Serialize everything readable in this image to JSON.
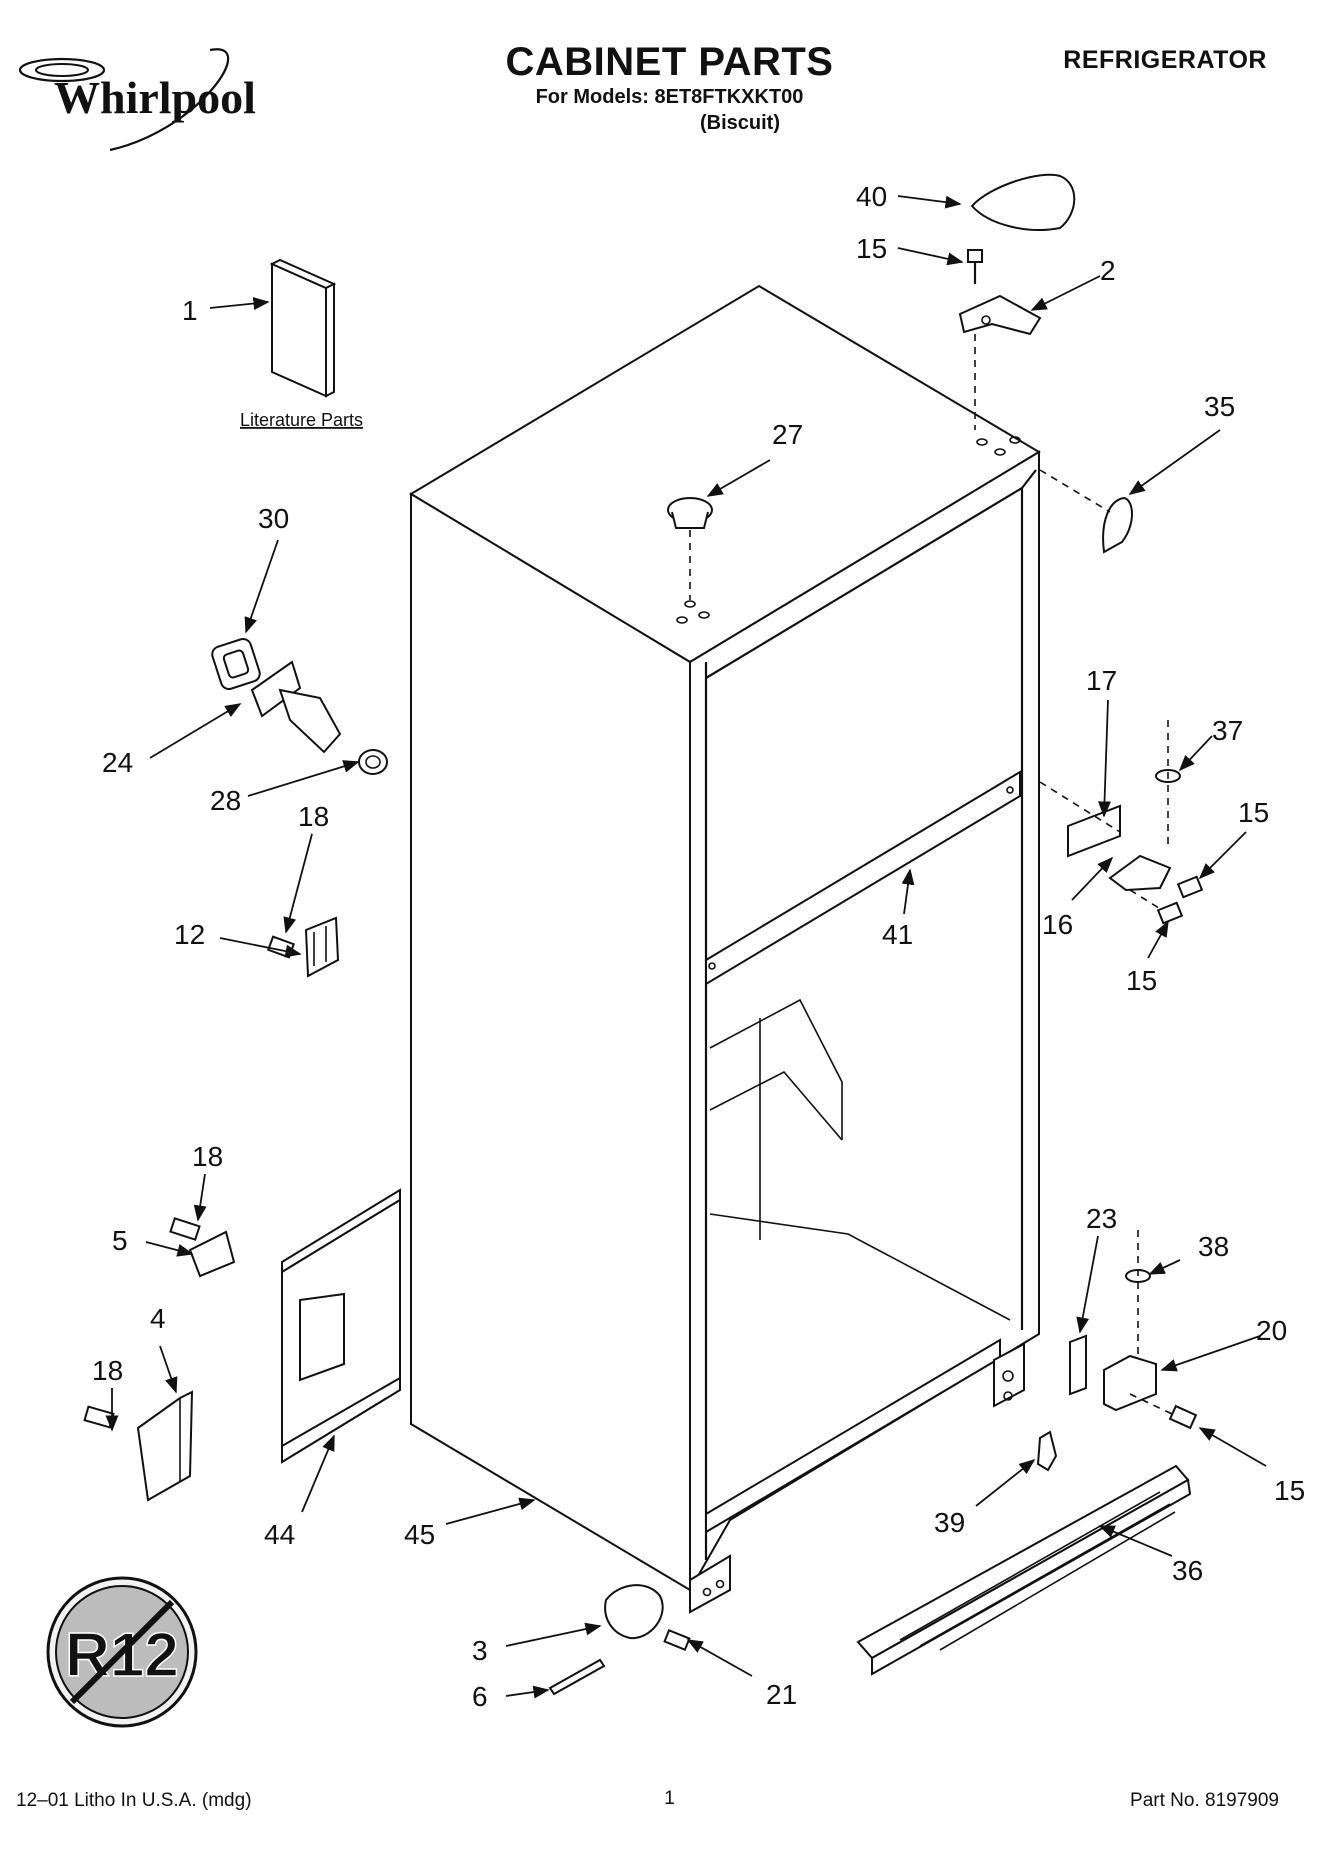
{
  "header": {
    "brand": "Whirlpool",
    "title": "CABINET PARTS",
    "models_line": "For Models: 8ET8FTKXKT00",
    "finish": "(Biscuit)",
    "category": "REFRIGERATOR"
  },
  "diagram": {
    "literature_label": "Literature Parts",
    "r12_badge": "R12",
    "callouts": [
      "40",
      "15",
      "2",
      "1",
      "35",
      "27",
      "30",
      "17",
      "37",
      "24",
      "28",
      "15",
      "18",
      "12",
      "41",
      "16",
      "15",
      "18",
      "5",
      "23",
      "38",
      "4",
      "20",
      "18",
      "15",
      "39",
      "44",
      "45",
      "36",
      "3",
      "21",
      "6"
    ]
  },
  "footer": {
    "left": "12–01 Litho In U.S.A. (mdg)",
    "page": "1",
    "part_no": "Part No. 8197909"
  }
}
